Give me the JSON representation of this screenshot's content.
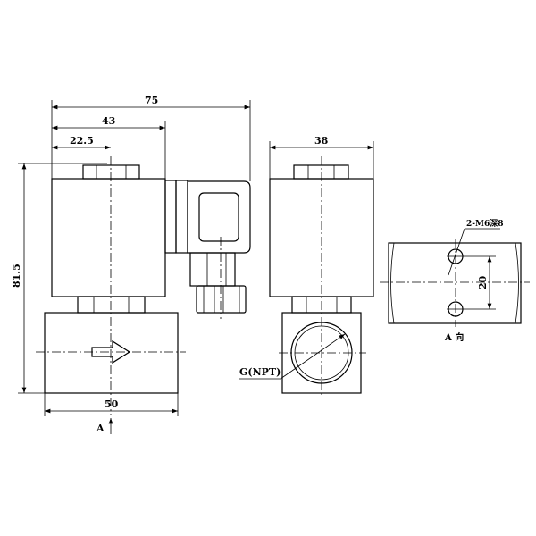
{
  "dimensions": {
    "overall_width": "75",
    "coil_width": "43",
    "center_offset": "22.5",
    "height": "81.5",
    "body_width": "50",
    "side_width": "38",
    "hole_spacing": "20"
  },
  "labels": {
    "thread": "G(NPT)",
    "holes": "2-M6深8",
    "view_arrow": "A",
    "view_title": "A 向"
  }
}
